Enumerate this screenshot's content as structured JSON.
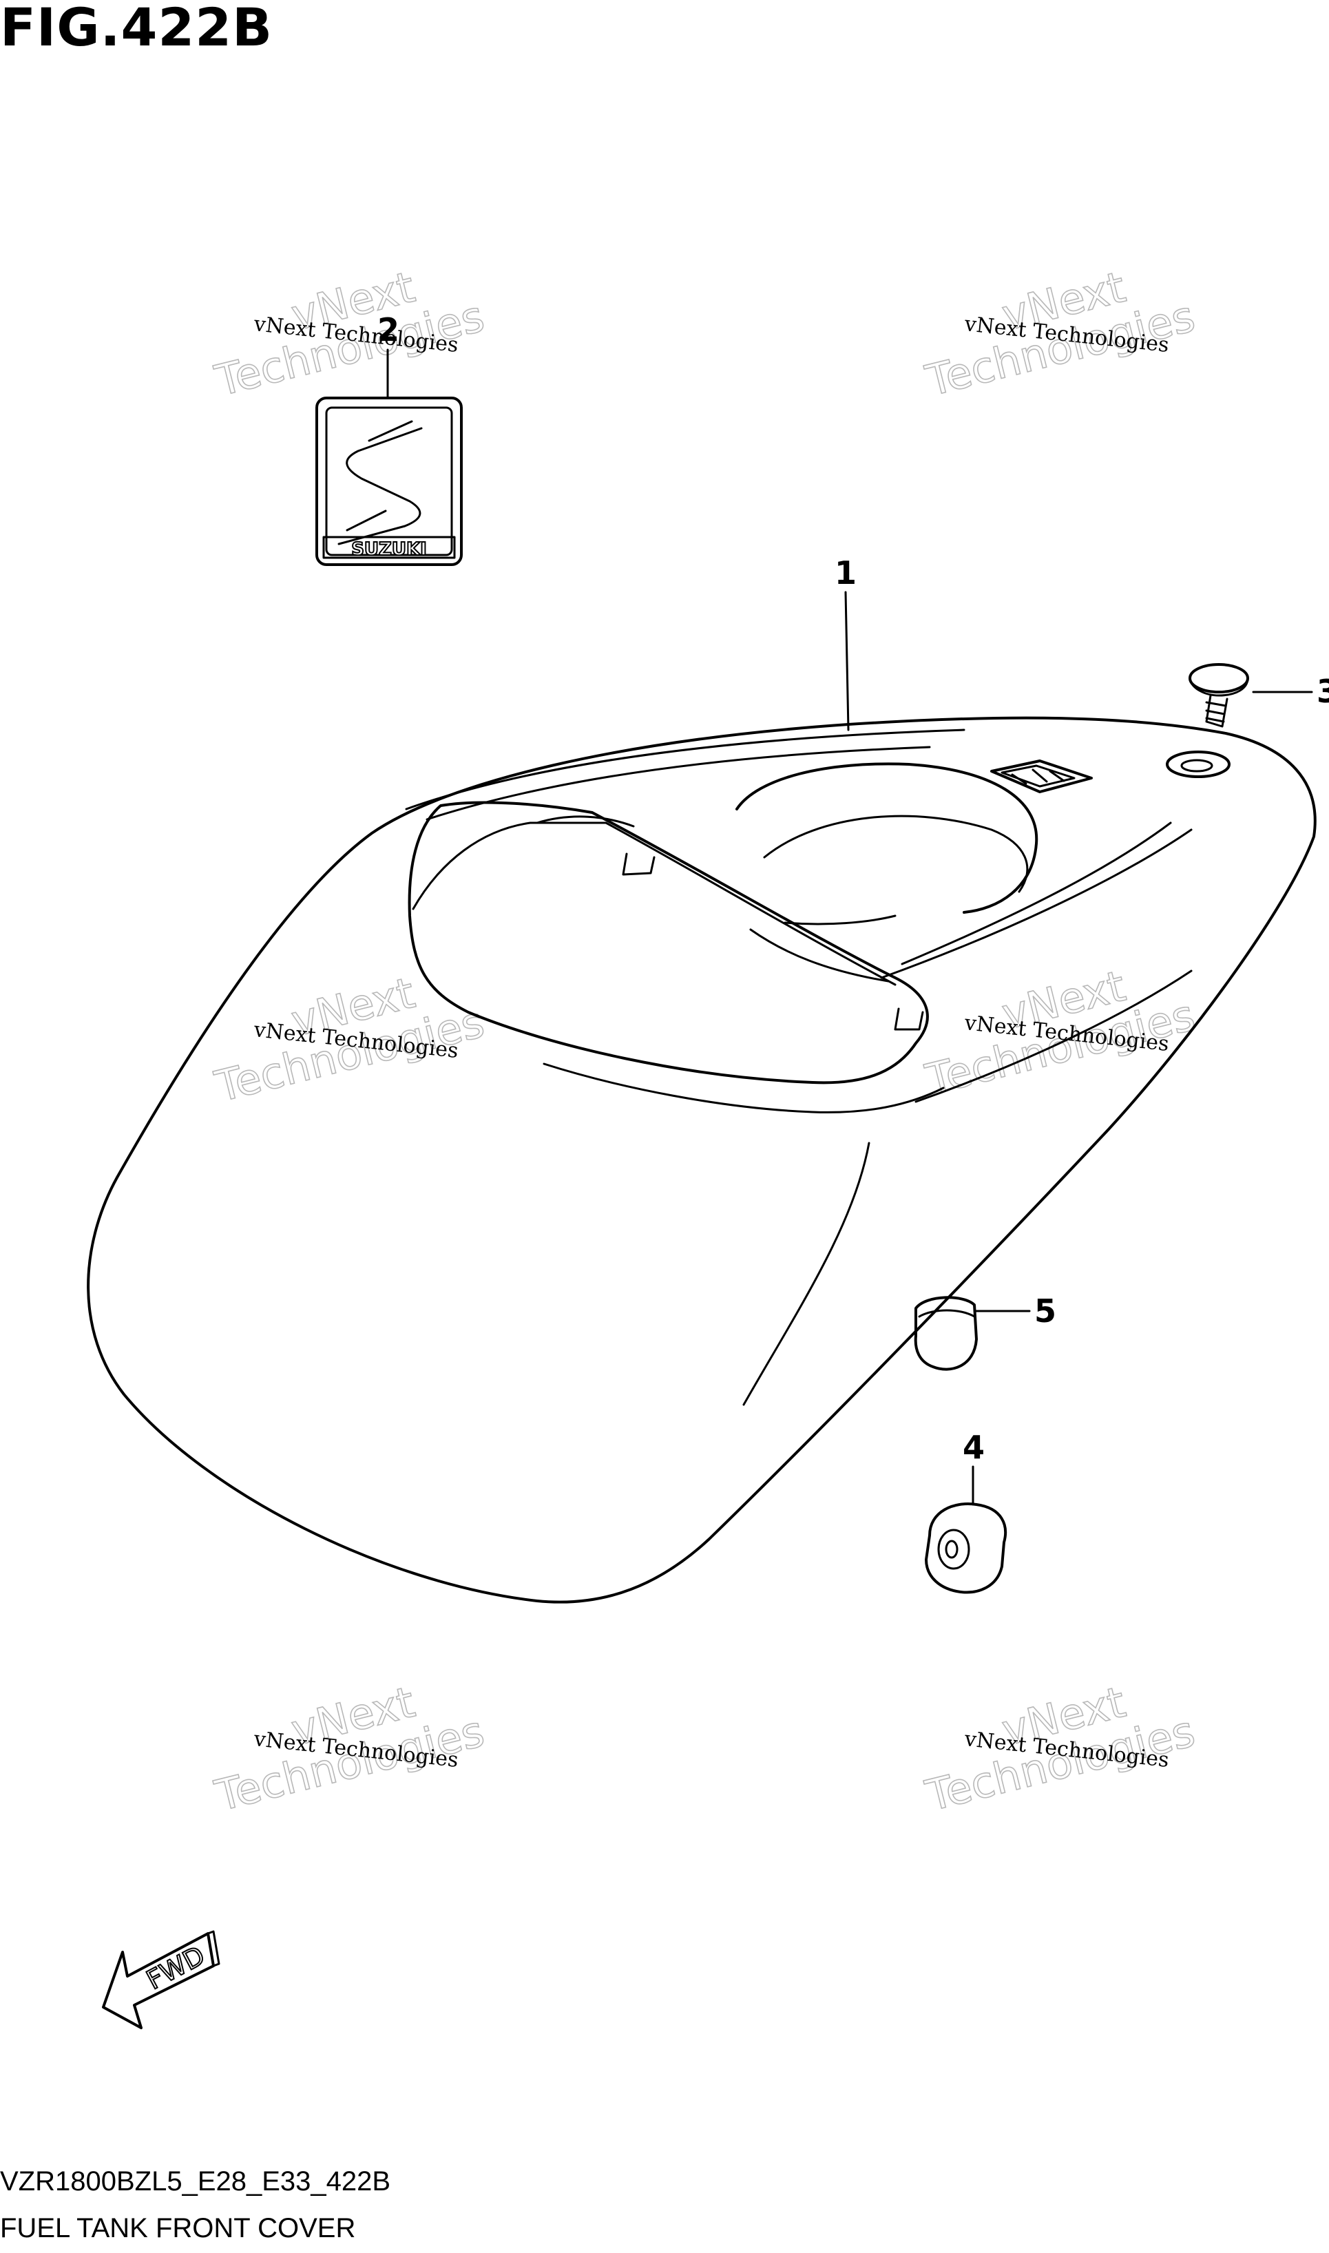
{
  "figure": {
    "title": "FIG.422B",
    "model_code": "VZR1800BZL5_E28_E33_422B",
    "name": "FUEL TANK FRONT COVER"
  },
  "callouts": [
    "1",
    "2",
    "3",
    "4",
    "5"
  ],
  "emblem_text": "SUZUKI",
  "fwd_label": "FWD",
  "watermark": {
    "line1": "vNext Technologies",
    "line2": "vNext",
    "line3": "Technologies"
  }
}
